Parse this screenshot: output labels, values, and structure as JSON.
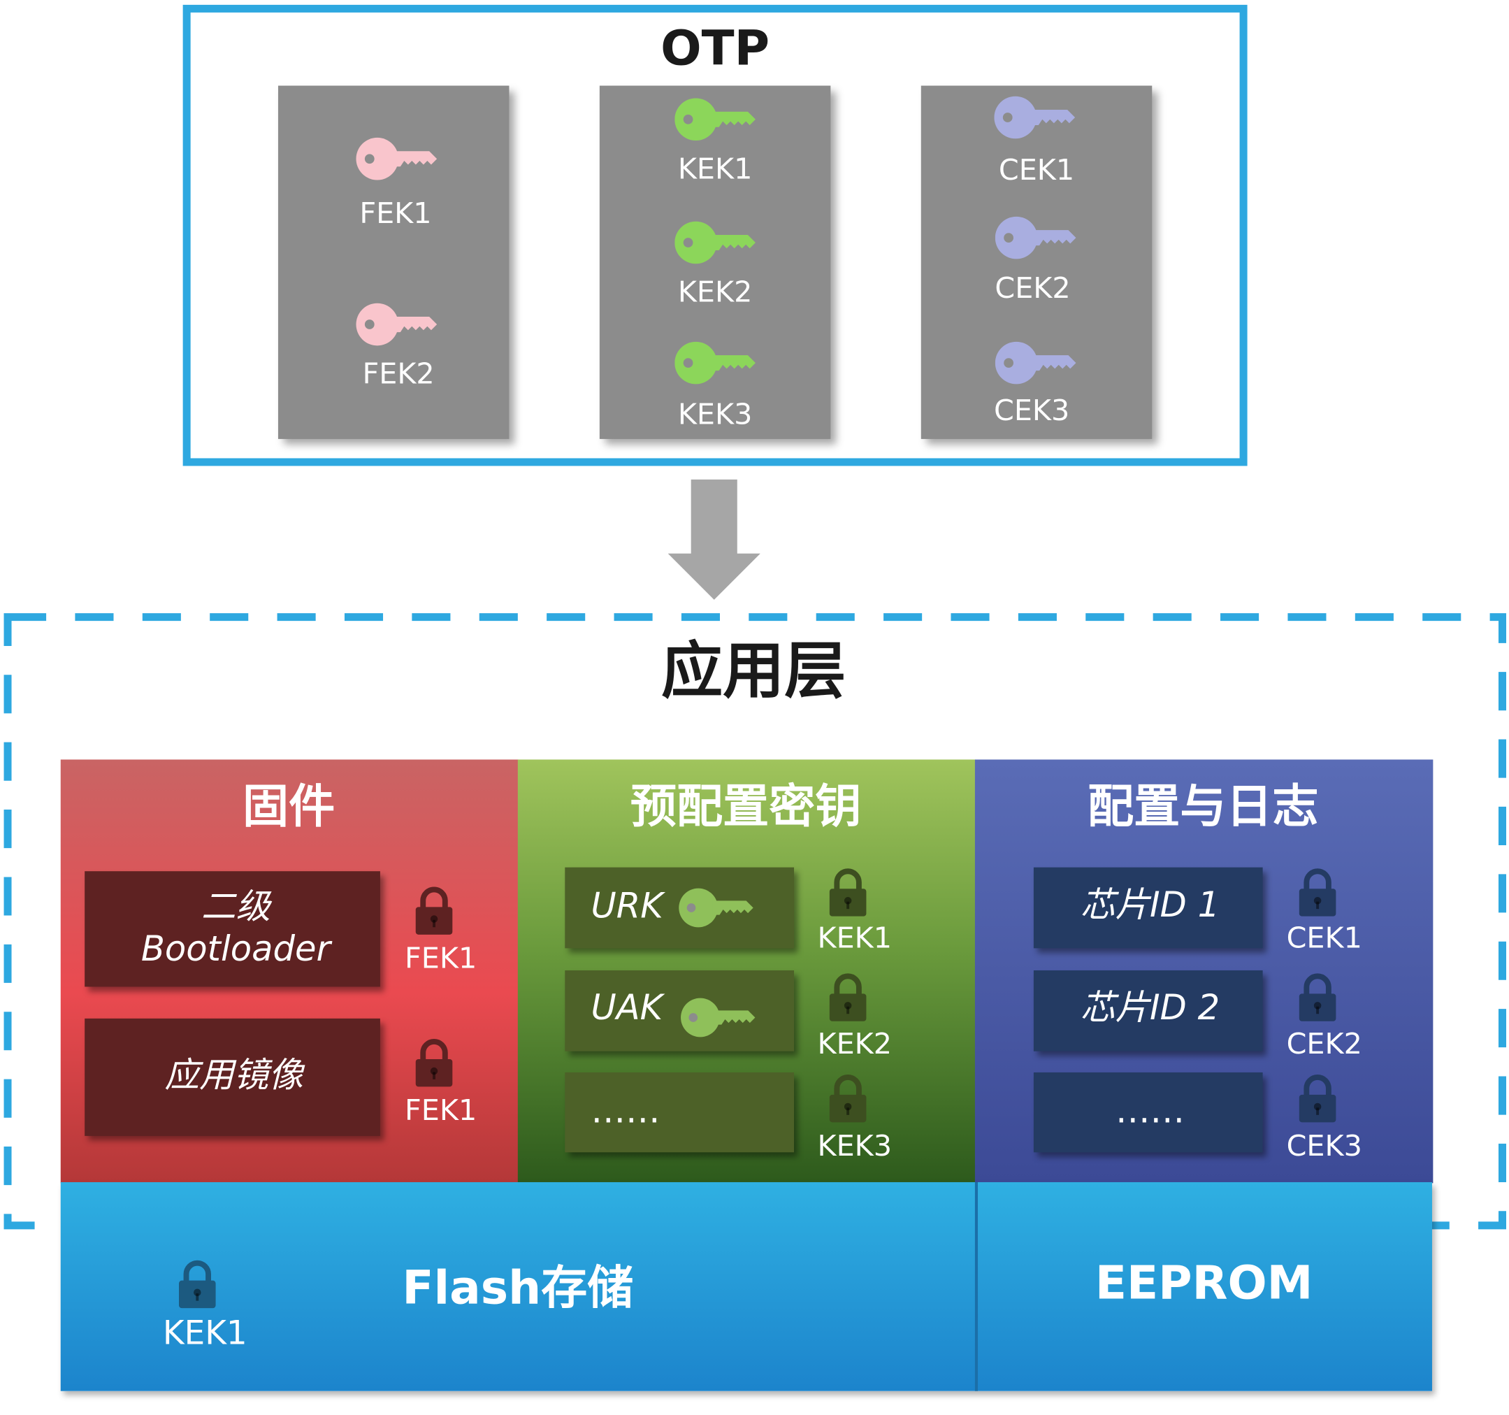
{
  "otp": {
    "title": "OTP",
    "fek": [
      "FEK1",
      "FEK2"
    ],
    "kek": [
      "KEK1",
      "KEK2",
      "KEK3"
    ],
    "cek": [
      "CEK1",
      "CEK2",
      "CEK3"
    ]
  },
  "app": {
    "title": "应用层",
    "firmware": {
      "title": "固件",
      "items": [
        {
          "line1": "二级",
          "line2": "Bootloader",
          "lock": "FEK1"
        },
        {
          "text": "应用镜像",
          "lock": "FEK1"
        }
      ]
    },
    "prekeys": {
      "title": "预配置密钥",
      "items": [
        {
          "text": "URK",
          "lock": "KEK1"
        },
        {
          "text": "UAK",
          "lock": "KEK2"
        },
        {
          "text": "……",
          "lock": "KEK3"
        }
      ]
    },
    "config": {
      "title": "配置与日志",
      "items": [
        {
          "text": "芯片ID 1",
          "lock": "CEK1"
        },
        {
          "text": "芯片ID 2",
          "lock": "CEK2"
        },
        {
          "text": "……",
          "lock": "CEK3"
        }
      ]
    }
  },
  "storage": {
    "flash": "Flash存储",
    "flash_lock": "KEK1",
    "eeprom": "EEPROM"
  },
  "colors": {
    "border": "#2ea8e0",
    "fek_key": "#f9c5cc",
    "kek_key": "#8cd65a",
    "cek_key": "#a9aee0"
  }
}
